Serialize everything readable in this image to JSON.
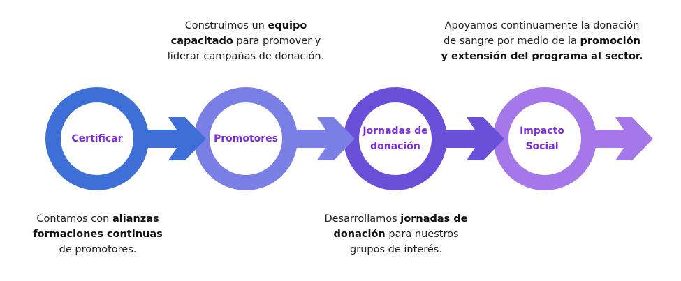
{
  "steps": [
    {
      "label": "Certificar",
      "color": "#3d6fd6"
    },
    {
      "label": "Promotores",
      "color": "#7a7fe6"
    },
    {
      "label": "Jornadas de donación",
      "label_line1": "Jornadas de",
      "label_line2": "donación",
      "color": "#6a4fd9"
    },
    {
      "label": "Impacto Social",
      "label_line1": "Impacto",
      "label_line2": "Social",
      "color": "#a478e8"
    }
  ],
  "label_color": "#7a2fd6",
  "texts": {
    "top1": {
      "line1_a": "Construimos  un ",
      "line1_b": "equipo",
      "line2_a": "capacitado",
      "line2_b": " para promover y",
      "line3": "liderar campañas de donación."
    },
    "top2": {
      "line1": "Apoyamos continuamente la donación",
      "line2_a": "de sangre por medio de la ",
      "line2_b": "promoción",
      "line3": "y extensión del programa al sector."
    },
    "bottom1": {
      "line1_a": "Contamos con ",
      "line1_b": "alianzas",
      "line2": "formaciones continuas",
      "line3": "de promotores."
    },
    "bottom2": {
      "line1_a": "Desarrollamos ",
      "line1_b": "jornadas de",
      "line2_a": "donación",
      "line2_b": " para nuestros",
      "line3": "grupos de interés."
    }
  }
}
